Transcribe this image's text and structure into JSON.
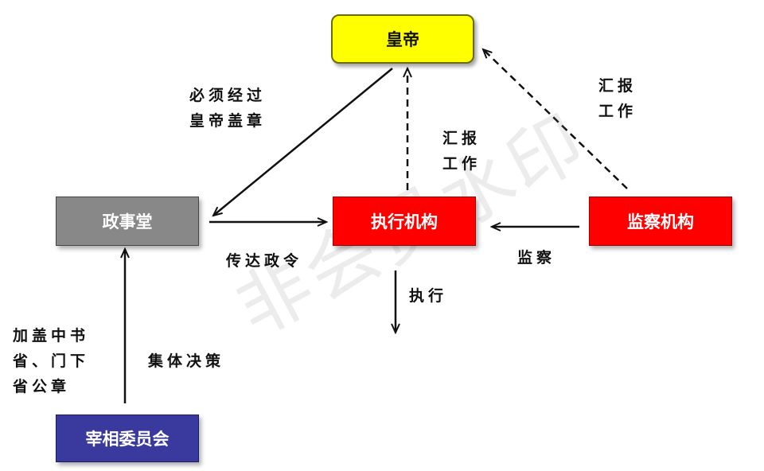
{
  "nodes": {
    "emperor": "皇帝",
    "zhengshitang": "政事堂",
    "executive": "执行机构",
    "monitor": "监察机构",
    "council": "宰相委员会"
  },
  "labels": {
    "must_seal": "必须经过\n皇帝盖章",
    "report_exec": "汇报\n工作",
    "report_monitor": "汇报\n工作",
    "transmit": "传达政令",
    "supervise": "监察",
    "execute": "执行",
    "seals": "加盖中书\n省、门下\n省公章",
    "collective": "集体决策"
  },
  "watermark": "非会员水印",
  "colors": {
    "emperor": "#ffff00",
    "zhengshitang": "#888888",
    "executive": "#ff0000",
    "monitor": "#ff0000",
    "council": "#3a3a9e",
    "arrow": "#111111"
  }
}
